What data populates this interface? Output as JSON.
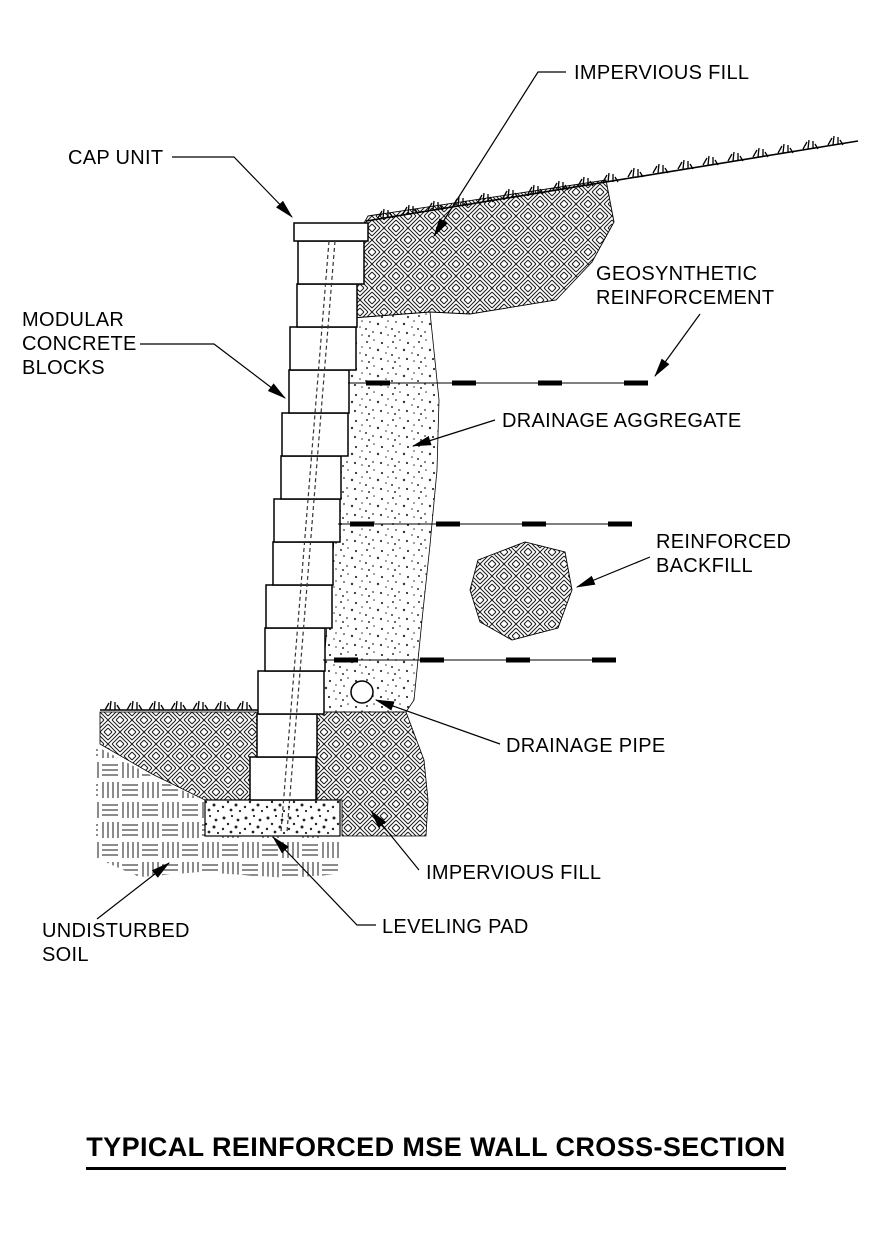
{
  "title": "TYPICAL REINFORCED MSE WALL CROSS-SECTION",
  "colors": {
    "ink": "#000000",
    "background": "#ffffff"
  },
  "labels": {
    "impervious_fill_top": "IMPERVIOUS FILL",
    "cap_unit": "CAP UNIT",
    "geosynthetic_reinforcement": [
      "GEOSYNTHETIC",
      "REINFORCEMENT"
    ],
    "modular_concrete_blocks": [
      "MODULAR",
      "CONCRETE",
      "BLOCKS"
    ],
    "drainage_aggregate": "DRAINAGE AGGREGATE",
    "reinforced_backfill": [
      "REINFORCED",
      "BACKFILL"
    ],
    "drainage_pipe": "DRAINAGE PIPE",
    "impervious_fill_bottom": "IMPERVIOUS FILL",
    "undisturbed_soil": [
      "UNDISTURBED",
      "SOIL"
    ],
    "leveling_pad": "LEVELING PAD"
  }
}
